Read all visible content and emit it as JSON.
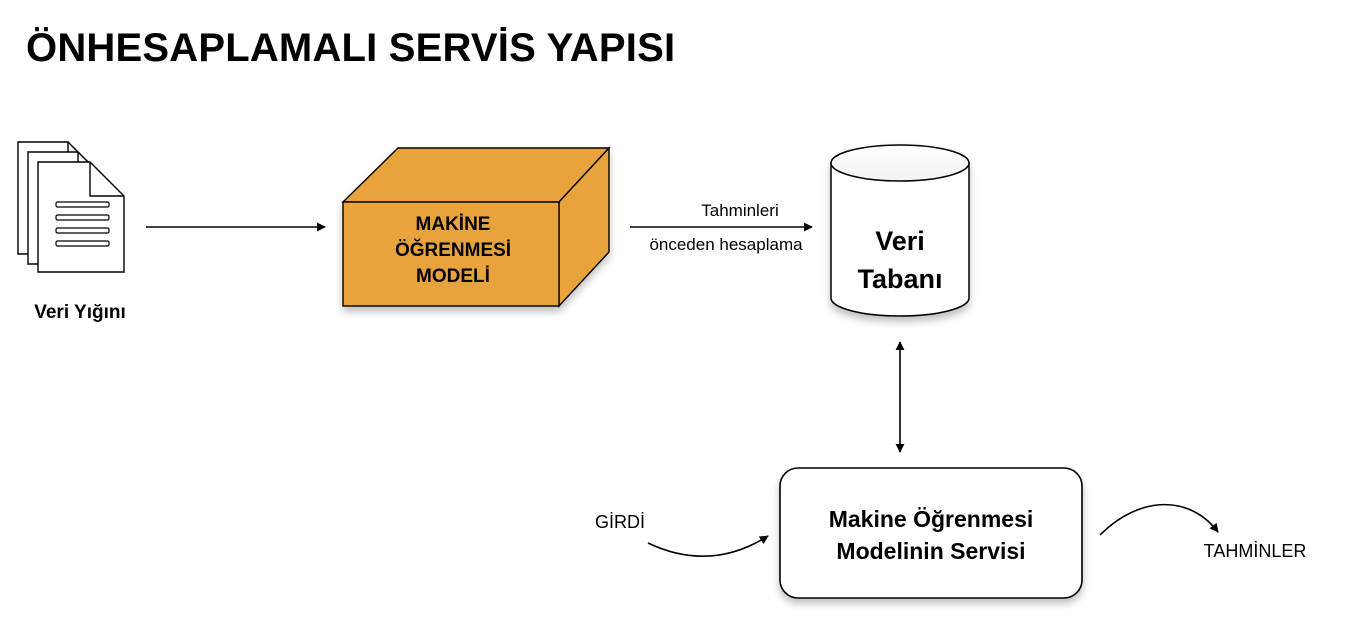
{
  "title": "ÖNHESAPLAMALI SERVİS YAPISI",
  "nodes": {
    "data_stack": {
      "label": "Veri Yığını",
      "icon": "document-stack-icon"
    },
    "ml_model": {
      "lines": [
        "MAKİNE",
        "ÖĞRENMESİ",
        "MODELİ"
      ],
      "color": "#E8A33D",
      "icon": "box-3d-icon"
    },
    "database": {
      "lines": [
        "Veri",
        "Tabanı"
      ],
      "icon": "database-cylinder-icon"
    },
    "model_service": {
      "lines": [
        "Makine Öğrenmesi",
        "Modelinin Servisi"
      ]
    }
  },
  "edges": {
    "model_to_db": {
      "label_top": "Tahminleri",
      "label_bottom": "önceden hesaplama"
    },
    "input": {
      "label": "GİRDİ"
    },
    "output": {
      "label": "TAHMİNLER"
    }
  }
}
